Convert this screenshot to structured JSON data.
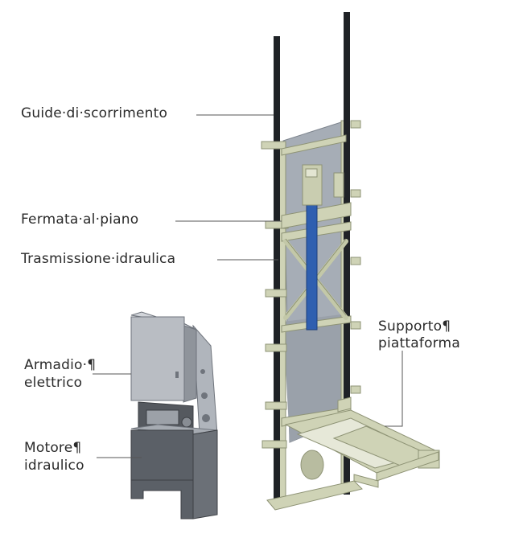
{
  "labels": {
    "guide": "Guide·di·scorrimento",
    "fermata": "Fermata·al·piano",
    "trasmissione": "Trasmissione·idraulica",
    "supporto_line1": "Supporto¶",
    "supporto_line2": "piattaforma",
    "armadio_line1": "Armadio·¶",
    "armadio_line2": "elettrico",
    "motore_line1": "Motore¶",
    "motore_line2": "idraulico"
  },
  "colors": {
    "frame": "#cfd3b6",
    "frame_edge": "#8e9375",
    "rail": "#1f2226",
    "panel": "#a3aab3",
    "cylinder": "#2f5fb0",
    "cabinet": "#b9bdc3",
    "cabinet_dark": "#6f747c",
    "text": "#2a2a2a",
    "leader": "#555555"
  }
}
